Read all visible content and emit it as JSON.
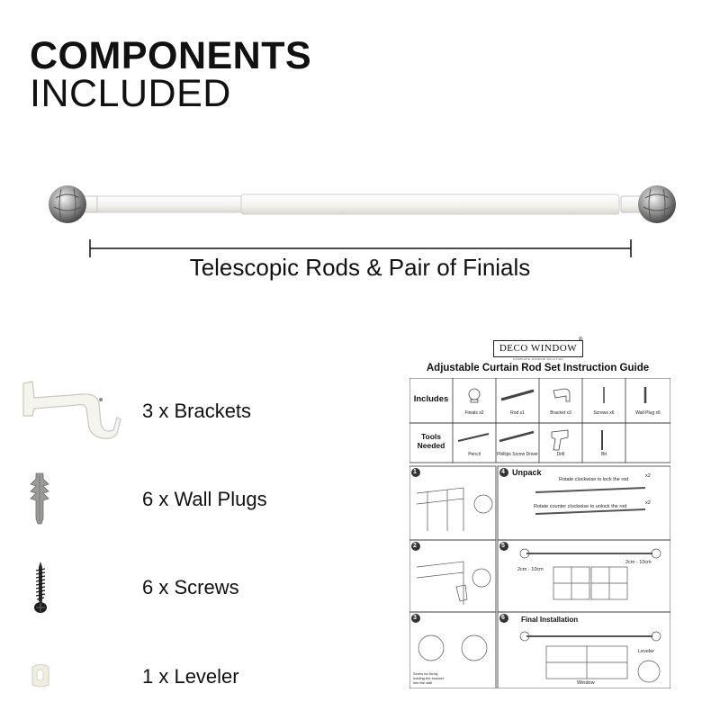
{
  "heading": {
    "line1": "COMPONENTS",
    "line2": "INCLUDED"
  },
  "rod": {
    "caption": "Telescopic Rods & Pair of Finials"
  },
  "components": [
    {
      "label": "3 x Brackets",
      "icon": "bracket-icon"
    },
    {
      "label": "6 x Wall Plugs",
      "icon": "wall-plug-icon"
    },
    {
      "label": "6 x Screws",
      "icon": "screw-icon"
    },
    {
      "label": "1 x Leveler",
      "icon": "leveler-icon"
    }
  ],
  "guide": {
    "logo": "DECO WINDOW",
    "tagline": "COMPLETE WINDOW SOLUTION",
    "registered": "®",
    "title": "Adjustable Curtain Rod Set Instruction Guide",
    "includes_label": "Includes",
    "includes_items": [
      "Finials x2",
      "Rod x1",
      "Bracket x3",
      "Screws x6",
      "Wall Plug x6"
    ],
    "tools_label": "Tools Needed",
    "tools_items": [
      "Pencil",
      "Phillips Screw Driver",
      "Drill",
      "Bit"
    ],
    "steps": [
      {
        "number": "1"
      },
      {
        "number": "2"
      },
      {
        "number": "3",
        "note": "Screw for firmly holding the bracket into the wall"
      },
      {
        "number": "4",
        "title": "Unpack",
        "lock_text": "Rotate clockwise to lock the rod",
        "unlock_text": "Rotate counter clockwise to unlock the rod",
        "multiplier": "x2"
      },
      {
        "number": "5",
        "left_measure": "2cm - 10cm",
        "right_measure": "2cm - 10cm"
      },
      {
        "number": "6",
        "title": "Final Installation",
        "leveler_label": "Leveler",
        "window_label": "Window"
      }
    ]
  }
}
